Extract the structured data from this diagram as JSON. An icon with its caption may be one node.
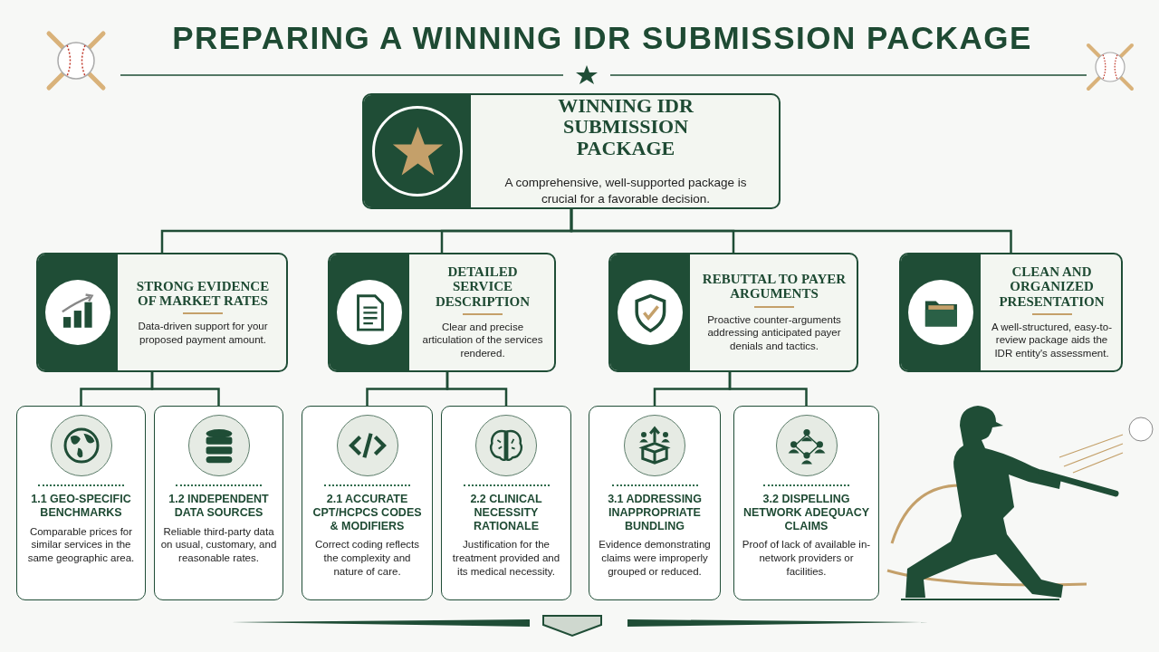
{
  "diagram": {
    "title": "PREPARING A WINNING IDR SUBMISSION PACKAGE",
    "nodes": [
      {
        "text": [
          "WINNING IDR SUBMISSION PACKAGE",
          "A comprehensive, well-supported package is crucial for a favorable decision."
        ]
      },
      {
        "text": [
          "STRONG EVIDENCE OF MARKET RATES",
          "Data-driven support for your proposed payment amount."
        ]
      },
      {
        "text": [
          "DETAILED SERVICE DESCRIPTION",
          "Clear and precise articulation of the services rendered."
        ]
      },
      {
        "text": [
          "REBUTTAL TO PAYER ARGUMENTS",
          "Proactive counter-arguments addressing anticipated payer denials and tactics."
        ]
      },
      {
        "text": [
          "CLEAN AND ORGANIZED PRESENTATION",
          "A well-structured, easy-to-review package aids the IDR entity's assessment."
        ]
      },
      {
        "text": [
          "1.1 GEO-SPECIFIC BENCHMARKS",
          "Comparable prices for similar services in the same geographic area."
        ]
      },
      {
        "text": [
          "1.2 INDEPENDENT DATA SOURCES",
          "Reliable third-party data on usual, customary, and reasonable rates."
        ]
      },
      {
        "text": [
          "2.1 ACCURATE CPT/HCPCS CODES & MODIFIERS",
          "Correct coding reflects the complexity and nature of care."
        ]
      },
      {
        "text": [
          "2.2 CLINICAL NECESSITY RATIONALE",
          "Justification for the treatment provided and its medical necessity."
        ]
      },
      {
        "text": [
          "3.1 ADDRESSING INAPPROPRIATE BUNDLING",
          "Evidence demonstrating claims were improperly grouped or reduced."
        ]
      },
      {
        "text": [
          "3.2 DISPELLING NETWORK ADEQUACY CLAIMS",
          "Proof of lack of available in-network providers or facilities."
        ]
      }
    ],
    "edges": [
      {
        "from": 0,
        "to": 1,
        "arrow": "none"
      },
      {
        "from": 0,
        "to": 2,
        "arrow": "none"
      },
      {
        "from": 0,
        "to": 3,
        "arrow": "none"
      },
      {
        "from": 0,
        "to": 4,
        "arrow": "none"
      },
      {
        "from": 1,
        "to": 5,
        "arrow": "none"
      },
      {
        "from": 1,
        "to": 6,
        "arrow": "none"
      },
      {
        "from": 2,
        "to": 7,
        "arrow": "none"
      },
      {
        "from": 2,
        "to": 8,
        "arrow": "none"
      },
      {
        "from": 3,
        "to": 9,
        "arrow": "none"
      },
      {
        "from": 3,
        "to": 10,
        "arrow": "none"
      }
    ]
  }
}
